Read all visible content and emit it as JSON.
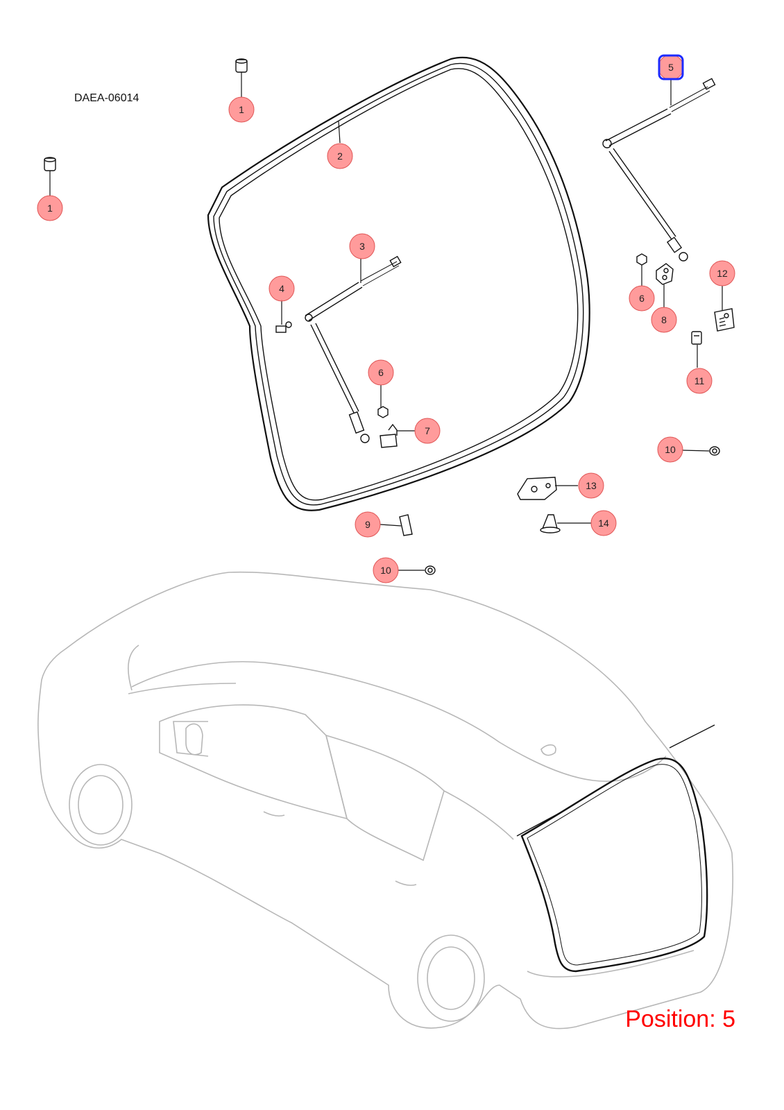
{
  "diagram": {
    "code": "DAEA-06014",
    "position_text": "Position: 5",
    "selected_callout": "5",
    "colors": {
      "callout_fill": "#ff8a8a",
      "callout_stroke": "#e05555",
      "highlight": "#1d2bff",
      "position": "#ff0000",
      "car_outline": "#b7b7b7"
    },
    "callouts": [
      {
        "id": "c1a",
        "label": "1"
      },
      {
        "id": "c1b",
        "label": "1"
      },
      {
        "id": "c2",
        "label": "2"
      },
      {
        "id": "c3",
        "label": "3"
      },
      {
        "id": "c4",
        "label": "4"
      },
      {
        "id": "c5",
        "label": "5"
      },
      {
        "id": "c6a",
        "label": "6"
      },
      {
        "id": "c6b",
        "label": "6"
      },
      {
        "id": "c7",
        "label": "7"
      },
      {
        "id": "c8",
        "label": "8"
      },
      {
        "id": "c9",
        "label": "9"
      },
      {
        "id": "c10a",
        "label": "10"
      },
      {
        "id": "c10b",
        "label": "10"
      },
      {
        "id": "c11",
        "label": "11"
      },
      {
        "id": "c12",
        "label": "12"
      },
      {
        "id": "c13",
        "label": "13"
      },
      {
        "id": "c14",
        "label": "14"
      }
    ]
  }
}
